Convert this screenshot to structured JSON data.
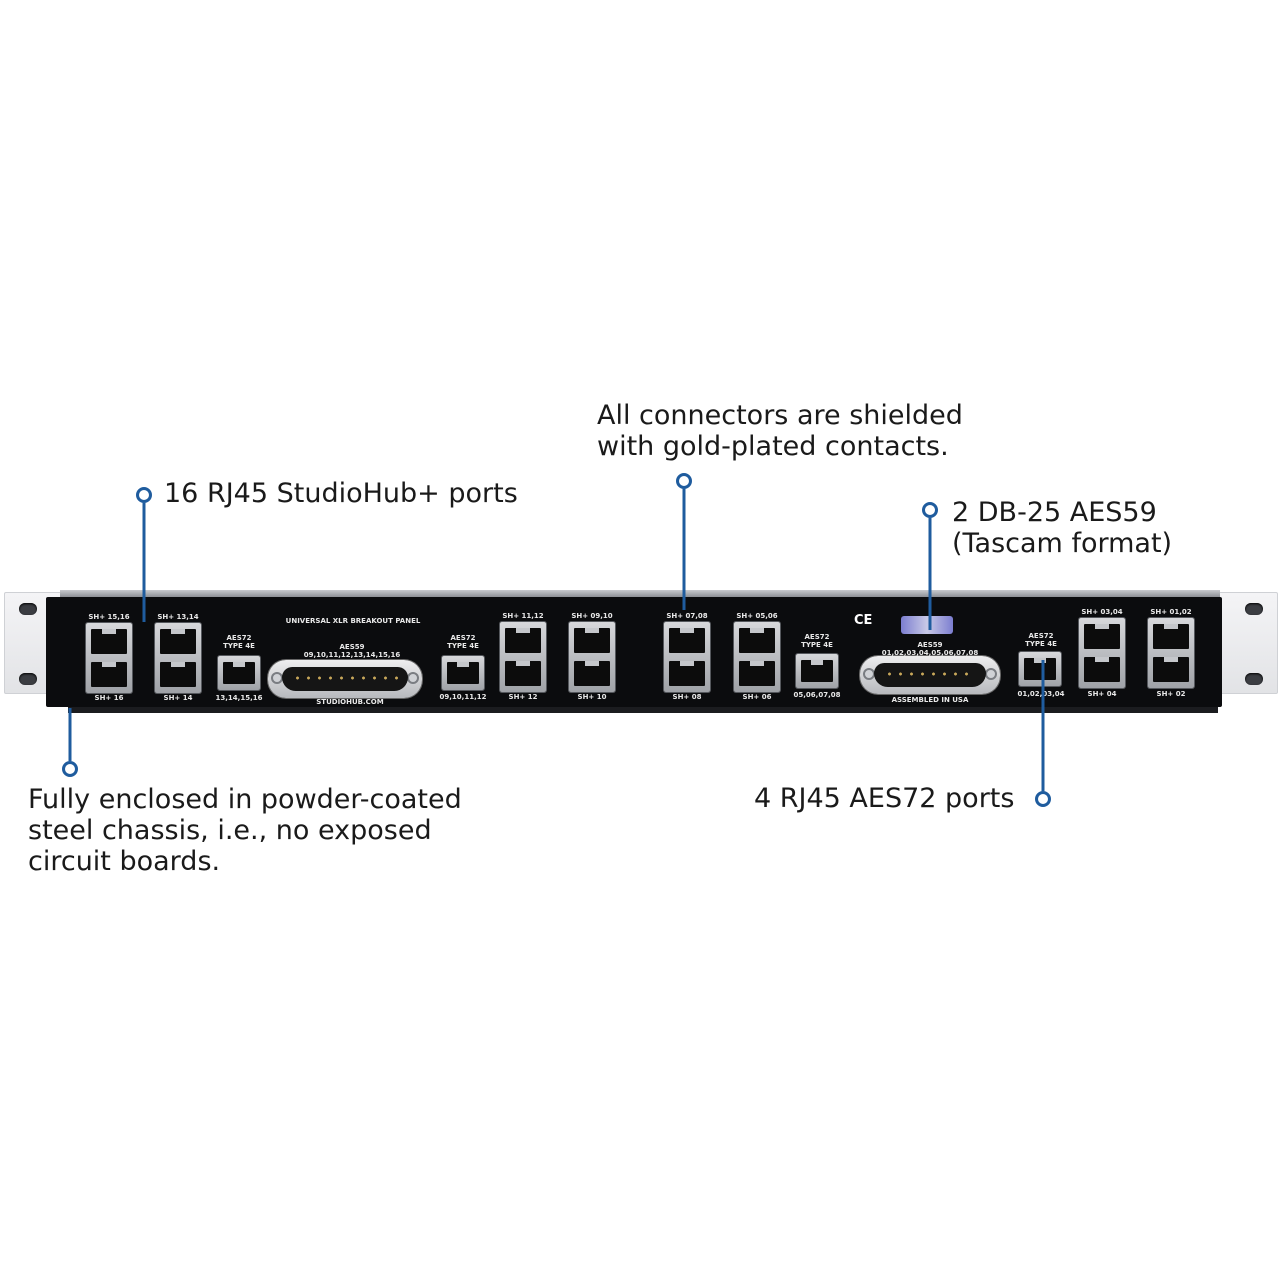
{
  "accent_color": "#1f5c9e",
  "callouts": {
    "studiohub": {
      "lines": [
        "16 RJ45 StudioHub+ ports"
      ]
    },
    "connectors": {
      "lines": [
        "All connectors are shielded",
        "with gold-plated contacts."
      ]
    },
    "db25": {
      "lines": [
        "2 DB-25 AES59",
        "(Tascam format)"
      ]
    },
    "chassis": {
      "lines": [
        "Fully enclosed in powder-coated",
        "steel chassis, i.e., no exposed",
        "circuit boards."
      ]
    },
    "aes72": {
      "lines": [
        "4 RJ45 AES72 ports"
      ]
    }
  },
  "panel": {
    "title": "UNIVERSAL XLR BREAKOUT PANEL",
    "website": "STUDIOHUB.COM",
    "assembled": "ASSEMBLED IN USA",
    "ce_mark": "CE",
    "db25_left": {
      "name": "AES59",
      "channels": "09,10,11,12,13,14,15,16"
    },
    "db25_right": {
      "name": "AES59",
      "channels": "01,02,03,04,05,06,07,08"
    },
    "dual_ports": [
      {
        "top": "SH+ 15,16",
        "bottom": "SH+ 16"
      },
      {
        "top": "SH+ 13,14",
        "bottom": "SH+ 14"
      },
      {
        "top": "SH+ 11,12",
        "bottom": "SH+ 12"
      },
      {
        "top": "SH+ 09,10",
        "bottom": "SH+ 10"
      },
      {
        "top": "SH+ 07,08",
        "bottom": "SH+ 08"
      },
      {
        "top": "SH+ 05,06",
        "bottom": "SH+ 06"
      },
      {
        "top": "SH+ 03,04",
        "bottom": "SH+ 04"
      },
      {
        "top": "SH+ 01,02",
        "bottom": "SH+ 02"
      }
    ],
    "aes72_ports": [
      {
        "line1": "AES72",
        "line2": "TYPE 4E",
        "channels": "13,14,15,16"
      },
      {
        "line1": "AES72",
        "line2": "TYPE 4E",
        "channels": "09,10,11,12"
      },
      {
        "line1": "AES72",
        "line2": "TYPE 4E",
        "channels": "05,06,07,08"
      },
      {
        "line1": "AES72",
        "line2": "TYPE 4E",
        "channels": "01,02,03,04"
      }
    ]
  }
}
